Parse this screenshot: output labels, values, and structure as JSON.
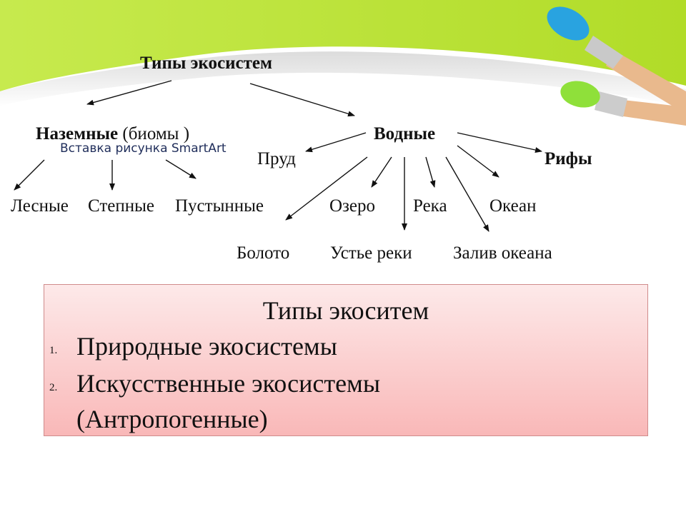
{
  "diagram": {
    "root": "Типы экосистем",
    "terrestrial": {
      "label": "Наземные",
      "note": "(биомы )"
    },
    "smartart_placeholder": "Вставка рисунка SmartArt",
    "aquatic": {
      "label": "Водные"
    },
    "terrestrial_children": [
      "Лесные",
      "Степные",
      "Пустынные"
    ],
    "aquatic_children": [
      "Пруд",
      "Рифы",
      "Озеро",
      "Река",
      "Океан",
      "Болото",
      "Устье реки",
      "Залив океана"
    ]
  },
  "summary": {
    "title": "Типы экоситем",
    "items": [
      {
        "num": "1.",
        "text": "Природные экосистемы"
      },
      {
        "num": "2.",
        "text": "Искусственные экосистемы"
      }
    ],
    "continuation": "(Антропогенные)"
  }
}
